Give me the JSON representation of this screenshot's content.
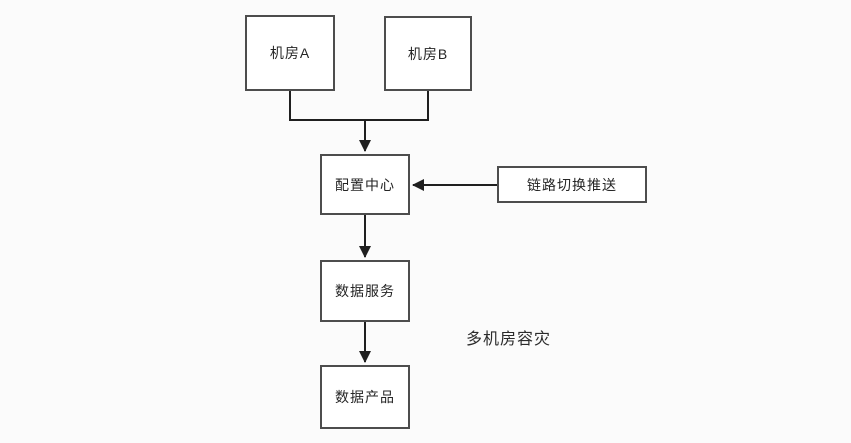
{
  "diagram": {
    "caption": "多机房容灾",
    "nodes": {
      "roomA": {
        "label": "机房A"
      },
      "roomB": {
        "label": "机房B"
      },
      "configCenter": {
        "label": "配置中心"
      },
      "linkSwitchPush": {
        "label": "链路切换推送"
      },
      "dataService": {
        "label": "数据服务"
      },
      "dataProduct": {
        "label": "数据产品"
      }
    },
    "edges": [
      {
        "from": "机房A",
        "to": "配置中心",
        "style": "merge-line"
      },
      {
        "from": "机房B",
        "to": "配置中心",
        "style": "merge-line"
      },
      {
        "from": "合流点",
        "to": "配置中心",
        "style": "arrow-down"
      },
      {
        "from": "链路切换推送",
        "to": "配置中心",
        "style": "arrow-left"
      },
      {
        "from": "配置中心",
        "to": "数据服务",
        "style": "arrow-down"
      },
      {
        "from": "数据服务",
        "to": "数据产品",
        "style": "arrow-down"
      }
    ],
    "colors": {
      "background": "#fbfbfb",
      "node_fill": "#ffffff",
      "node_border": "#4d4d4d",
      "line": "#1f1f1f",
      "text": "#252525"
    }
  }
}
